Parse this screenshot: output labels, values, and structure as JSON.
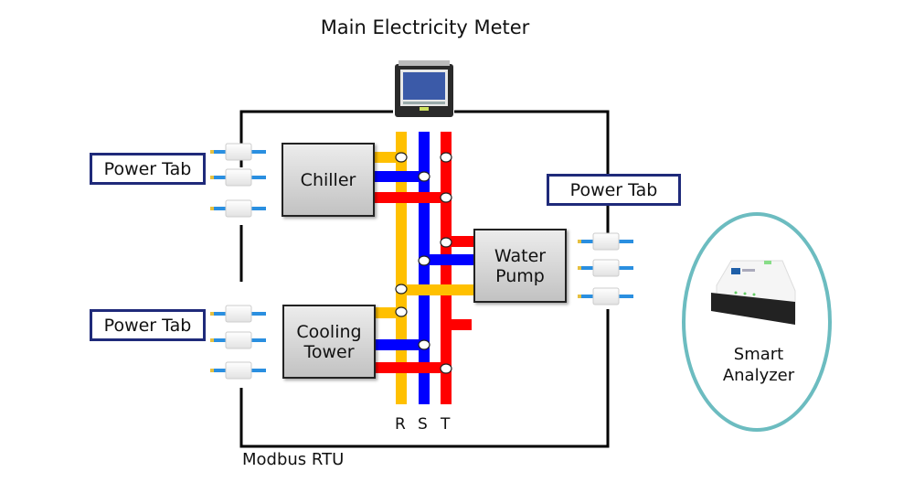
{
  "title": "Main Electricity Meter",
  "bus_label": "Modbus RTU",
  "power_tab_label": "Power Tab",
  "power_tabs": [
    {
      "id": "chiller",
      "label": "Power Tab"
    },
    {
      "id": "water-pump",
      "label": "Power Tab"
    },
    {
      "id": "cooling-tower",
      "label": "Power Tab"
    }
  ],
  "equipment": {
    "chiller": {
      "label": "Chiller"
    },
    "water_pump": {
      "line1": "Water",
      "line2": "Pump"
    },
    "cooling_tower": {
      "line1": "Cooling",
      "line2": "Tower"
    }
  },
  "phases": [
    {
      "label": "R",
      "color": "#ffc000"
    },
    {
      "label": "S",
      "color": "#0000ff"
    },
    {
      "label": "T",
      "color": "#ff0000"
    }
  ],
  "smart_analyzer": {
    "line1": "Smart",
    "line2": "Analyzer",
    "ring_color": "#6cbcc0"
  },
  "colors": {
    "bus_line": "#000000",
    "power_tab_border": "#1f2a7a",
    "ct_wire": "#2a8fe0"
  }
}
